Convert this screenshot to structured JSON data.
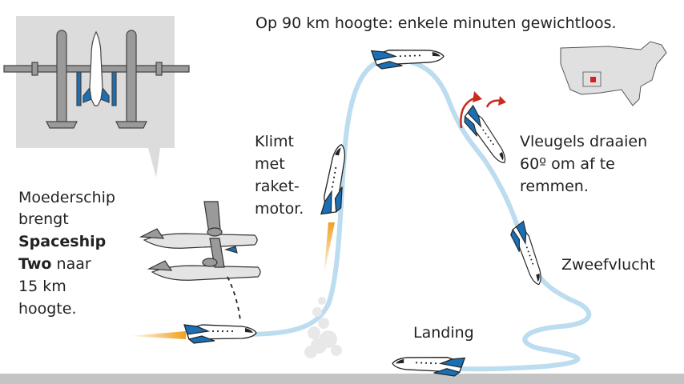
{
  "captions": {
    "top": "Op 90 km hoogte: enkele minuten gewichtloos.",
    "mothership": [
      "Moederschip",
      "brengt",
      "Spaceship",
      "Two naar",
      "15 km",
      "hoogte."
    ],
    "climb": [
      "Klimt",
      "met",
      "raket-",
      "motor."
    ],
    "wings": [
      "Vleugels draaien",
      "60º om af te",
      "remmen."
    ],
    "glide": "Zweefvlucht",
    "landing": "Landing"
  },
  "colors": {
    "trajectory": "#bcdcf0",
    "ship_blue": "#1b6fb5",
    "flame": "#f0a020",
    "inset_bg": "#dcdcdc",
    "mothership_gray": "#9a9a9a",
    "ground": "#c4c4c4",
    "arrow_red": "#cc2a1e",
    "map_red": "#d8201c"
  }
}
